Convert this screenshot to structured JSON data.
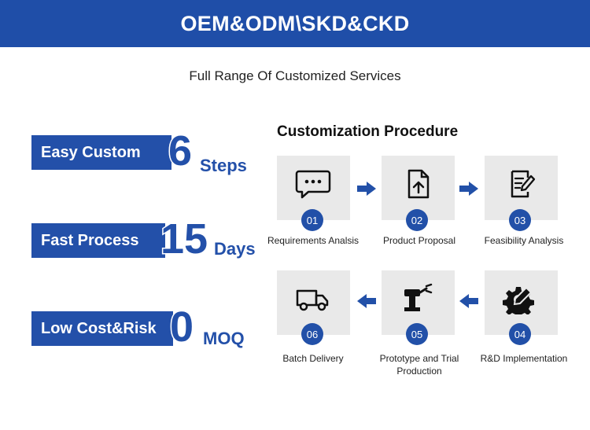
{
  "header": {
    "title": "OEM&ODM\\SKD&CKD"
  },
  "subtitle": "Full Range Of Customized Services",
  "features": [
    {
      "label": "Easy Custom",
      "number": "6",
      "unit": "Steps"
    },
    {
      "label": "Fast Process",
      "number": "15",
      "unit": "Days"
    },
    {
      "label": "Low Cost&Risk",
      "number": "0",
      "unit": "MOQ"
    }
  ],
  "procedure": {
    "title": "Customization Procedure",
    "steps": [
      {
        "num": "01",
        "label": "Requirements Analsis",
        "icon": "chat-bubble-icon"
      },
      {
        "num": "02",
        "label": "Product Proposal",
        "icon": "document-upload-icon"
      },
      {
        "num": "03",
        "label": "Feasibility Analysis",
        "icon": "edit-document-icon"
      },
      {
        "num": "04",
        "label": "R&D Implementation",
        "icon": "gear-pencil-icon"
      },
      {
        "num": "05",
        "label": "Prototype and Trial Production",
        "icon": "robot-arm-icon"
      },
      {
        "num": "06",
        "label": "Batch Delivery",
        "icon": "truck-icon"
      }
    ]
  },
  "colors": {
    "brand": "#1f4ea8",
    "box": "#e9e9e9"
  }
}
